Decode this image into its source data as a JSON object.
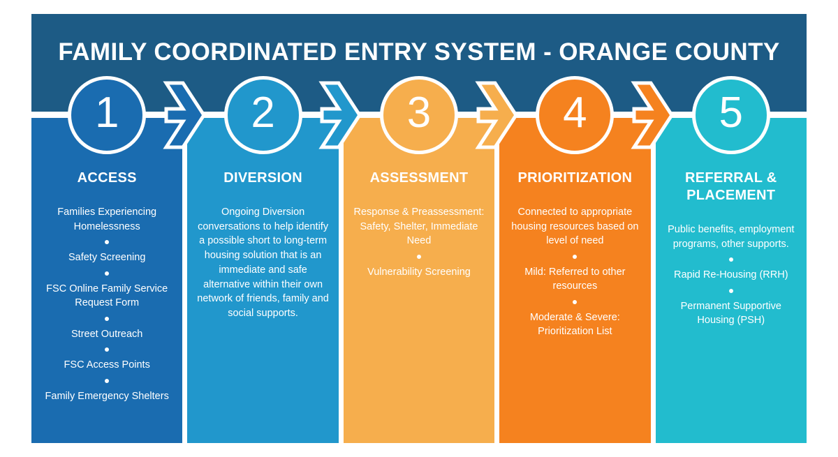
{
  "header": {
    "title": "FAMILY COORDINATED ENTRY SYSTEM - ORANGE COUNTY",
    "background_color": "#1d5b85"
  },
  "colors": {
    "header": "#1d5b85",
    "step1": "#1a6cb0",
    "step2": "#2197cc",
    "step3": "#f6ae4d",
    "step4": "#f5821f",
    "step5": "#22bcce",
    "text": "#ffffff",
    "page_background": "#ffffff"
  },
  "steps": [
    {
      "number": "1",
      "heading": "ACCESS",
      "color": "#1a6cb0",
      "items": [
        "Families Experiencing Homelessness",
        "Safety Screening",
        "FSC Online Family Service Request Form",
        "Street Outreach",
        "FSC Access Points",
        "Family Emergency Shelters"
      ]
    },
    {
      "number": "2",
      "heading": "DIVERSION",
      "color": "#2197cc",
      "items": [
        "Ongoing Diversion conversations to help identify a possible short to long-term housing solution that is an immediate and safe alternative within their own network of friends, family and social supports."
      ]
    },
    {
      "number": "3",
      "heading": "ASSESSMENT",
      "color": "#f6ae4d",
      "items": [
        "Response & Preassessment: Safety, Shelter, Immediate Need",
        "Vulnerability Screening"
      ]
    },
    {
      "number": "4",
      "heading": "PRIORITIZATION",
      "color": "#f5821f",
      "items": [
        "Connected to appropriate housing resources based on level of need",
        "Mild: Referred to other resources",
        "Moderate & Severe: Prioritization List"
      ]
    },
    {
      "number": "5",
      "heading": "REFERRAL & PLACEMENT",
      "color": "#22bcce",
      "items": [
        "Public benefits, employment programs, other supports.",
        "Rapid Re-Housing (RRH)",
        "Permanent Supportive Housing (PSH)"
      ]
    }
  ],
  "arrows": [
    {
      "name": "arrow-step1-to-step2",
      "color": "#1a6cb0"
    },
    {
      "name": "arrow-step2-to-step3",
      "color": "#2197cc"
    },
    {
      "name": "arrow-step3-to-step4",
      "color": "#f6ae4d"
    },
    {
      "name": "arrow-step4-to-step5",
      "color": "#f5821f"
    }
  ]
}
